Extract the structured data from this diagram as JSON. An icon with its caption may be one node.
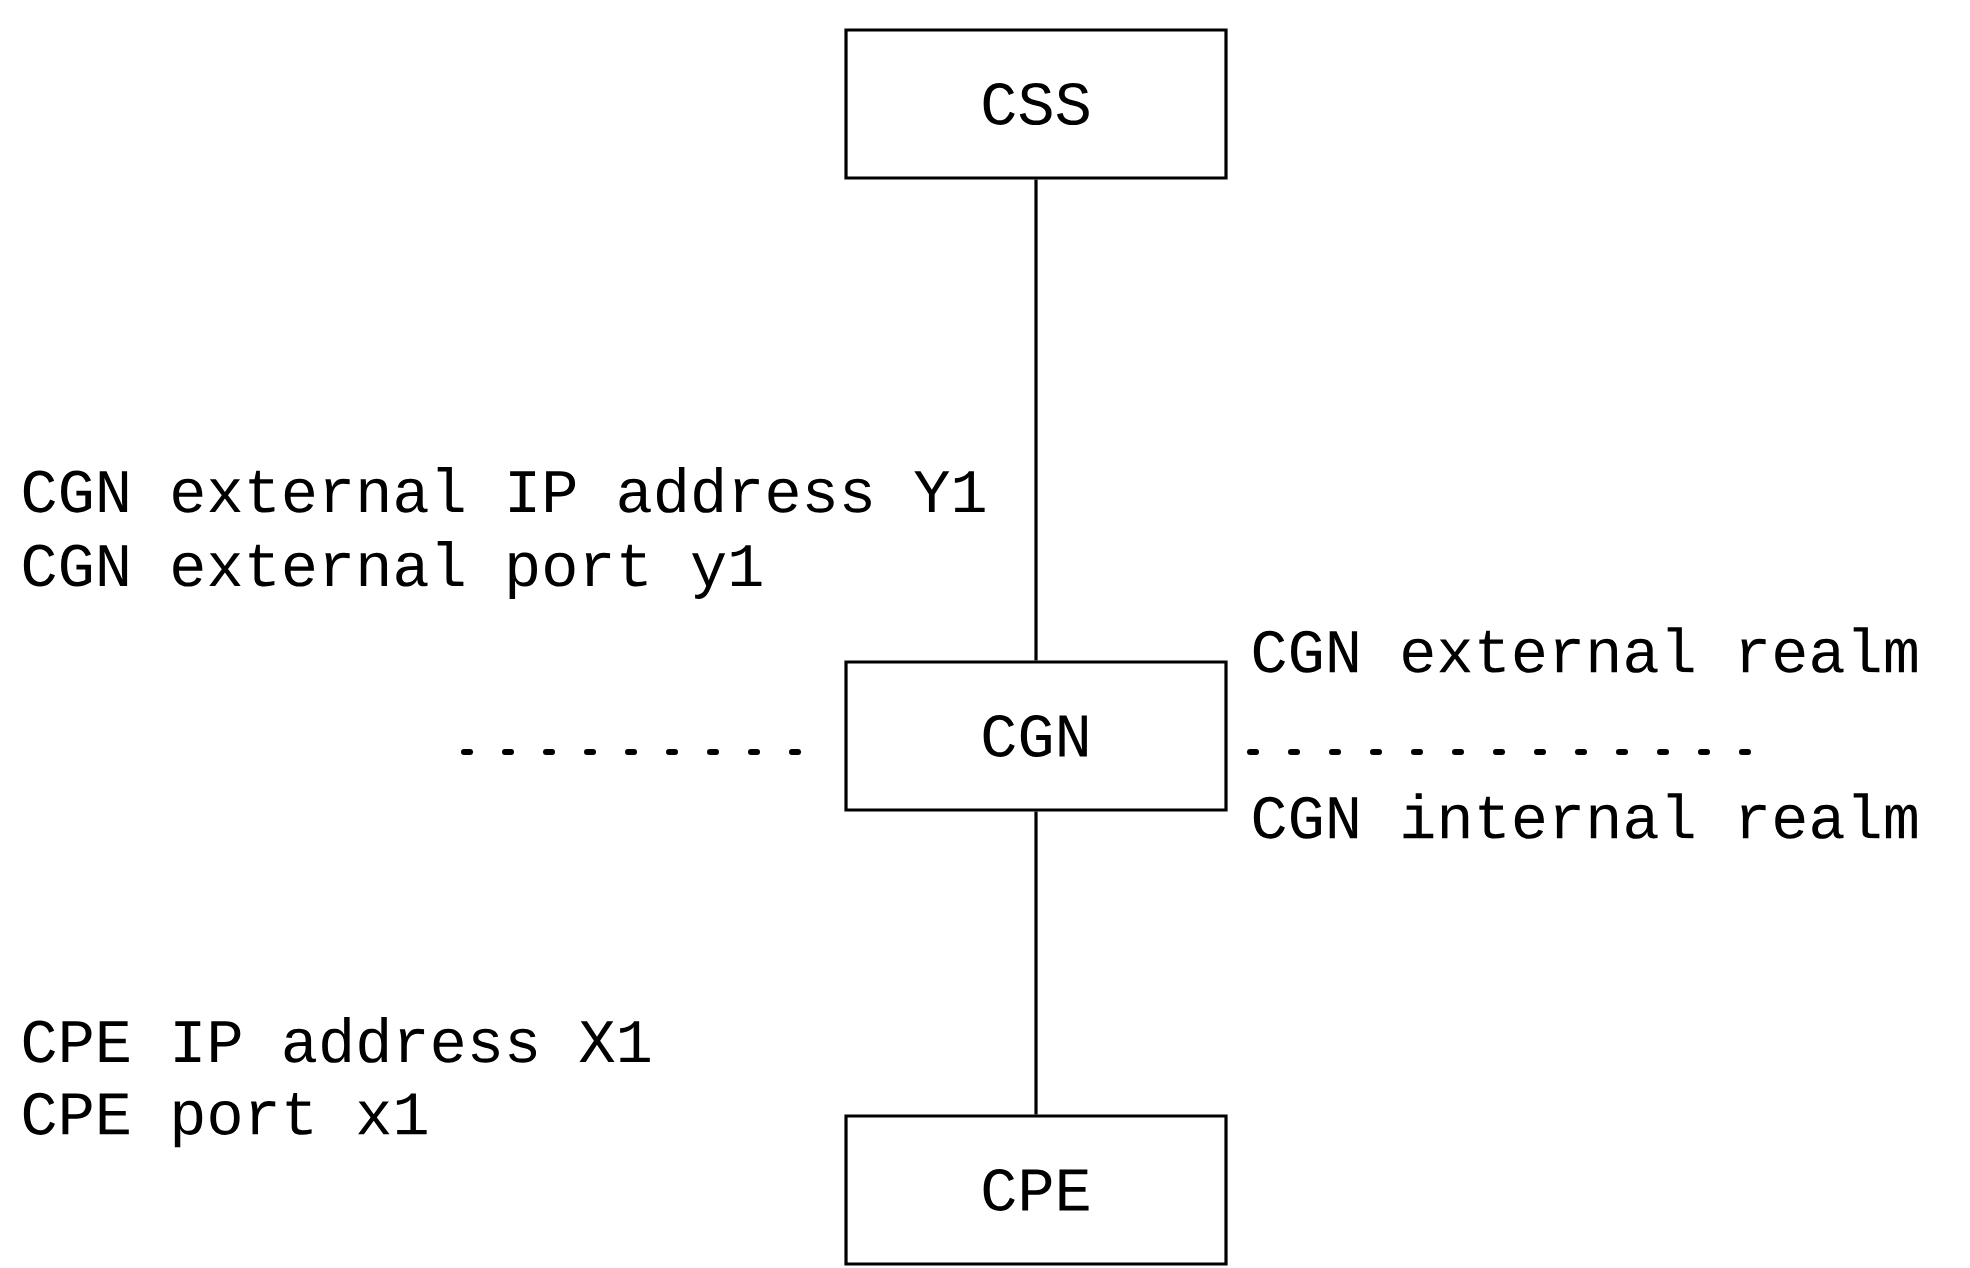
{
  "diagram": {
    "nodes": [
      {
        "text": [
          "CSS"
        ]
      },
      {
        "text": [
          "CGN"
        ]
      },
      {
        "text": [
          "CPE"
        ]
      }
    ],
    "edges": [
      {
        "from": 0,
        "to": 1,
        "arrow": "none"
      },
      {
        "from": 1,
        "to": 2,
        "arrow": "none"
      }
    ],
    "labels": [
      "CGN external IP address Y1",
      "CGN external port y1",
      "CGN external realm",
      "CGN internal realm",
      "CPE IP address X1",
      "CPE port x1"
    ]
  }
}
